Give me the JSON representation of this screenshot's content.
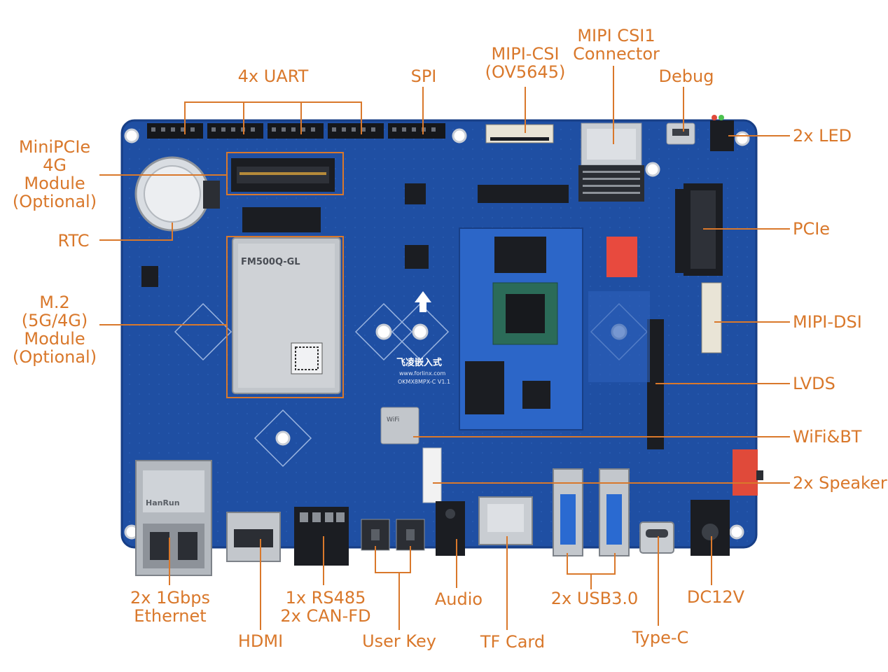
{
  "colors": {
    "label": "#d9782b",
    "board": "#1f4fa3",
    "board_dark": "#173e86",
    "silkscreen": "#e6ecf7",
    "metal": "#b9bec4",
    "black_part": "#1b1d22"
  },
  "board": {
    "module_brand": "飞凌嵌入式",
    "module_url": "www.forlinx.com",
    "board_model": "OKMX8MPX-C V1.1",
    "modem_text": "FM500Q-GL",
    "wifi_text": "WiFi",
    "ethernet_brand": "HanRun"
  },
  "labels": {
    "uart": [
      "4x UART"
    ],
    "spi": [
      "SPI"
    ],
    "mipi_csi": [
      "MIPI-CSI",
      "(OV5645)"
    ],
    "mipi_csi1": [
      "MIPI CSI1",
      "Connector"
    ],
    "debug": [
      "Debug"
    ],
    "led": [
      "2x LED"
    ],
    "minipcie": [
      "MiniPCIe",
      "4G",
      "Module",
      "(Optional)"
    ],
    "rtc": [
      "RTC"
    ],
    "m2": [
      "M.2",
      "(5G/4G)",
      "Module",
      "(Optional)"
    ],
    "pcie": [
      "PCIe"
    ],
    "mipi_dsi": [
      "MIPI-DSI"
    ],
    "lvds": [
      "LVDS"
    ],
    "wifi_bt": [
      "WiFi&BT"
    ],
    "speaker": [
      "2x Speaker"
    ],
    "ethernet": [
      "2x 1Gbps",
      "Ethernet"
    ],
    "hdmi": [
      "HDMI"
    ],
    "rs485": [
      "1x RS485",
      "2x CAN-FD"
    ],
    "user_key": [
      "User Key"
    ],
    "audio": [
      "Audio"
    ],
    "tf_card": [
      "TF Card"
    ],
    "usb": [
      "2x USB3.0"
    ],
    "type_c": [
      "Type-C"
    ],
    "dc12v": [
      "DC12V"
    ]
  }
}
